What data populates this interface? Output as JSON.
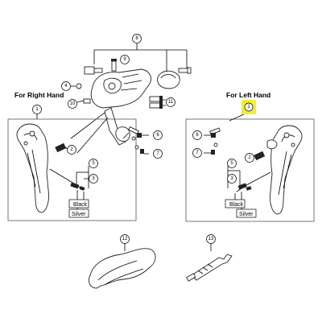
{
  "headings": {
    "right_hand": "For Right Hand",
    "left_hand": "For Left Hand"
  },
  "callouts": {
    "top_assembly": "8",
    "top_screw": "9",
    "top_washer": "4",
    "top_bolt": "10",
    "top_bolt_right": "11",
    "right_lever": "1",
    "right_spring": "2",
    "right_pin_a": "5",
    "right_pin_b": "3",
    "right_bolt_a": "6",
    "right_bolt_b": "7",
    "left_lever": "1",
    "left_spring": "2",
    "left_pin_a": "5",
    "left_pin_b": "3",
    "left_bolt_a": "6",
    "left_bolt_b": "7",
    "hood_cover": "12",
    "tool": "13"
  },
  "cable_labels": {
    "black": "Black",
    "silver": "Silver"
  },
  "colors": {
    "highlight": "#f2ec3a",
    "line": "#000000",
    "panel_border": "#555555"
  }
}
